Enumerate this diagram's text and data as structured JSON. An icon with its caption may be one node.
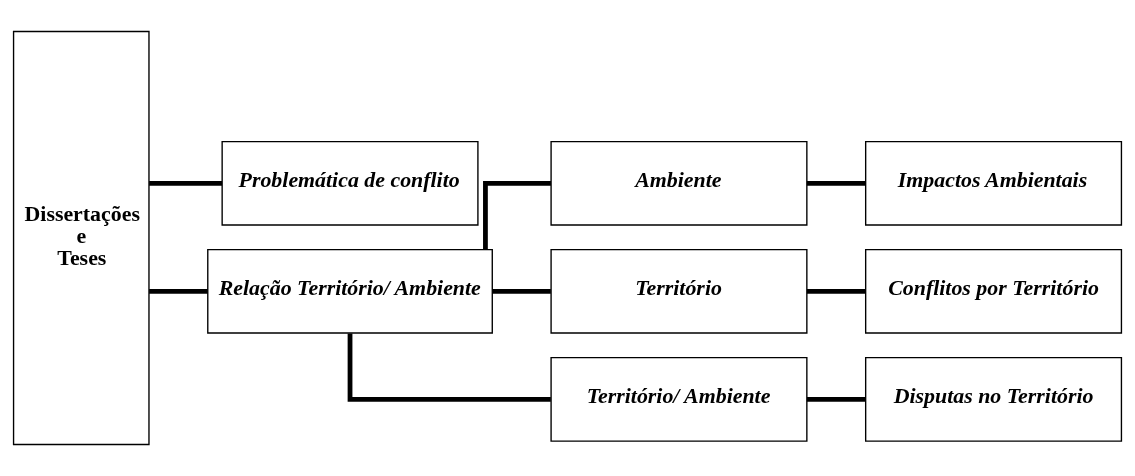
{
  "diagram": {
    "nodes": [
      {
        "text": [
          "Dissertações e Teses"
        ]
      },
      {
        "text": [
          "Problemática de conflito"
        ]
      },
      {
        "text": [
          "Relação Território/ Ambiente"
        ]
      },
      {
        "text": [
          "Ambiente"
        ]
      },
      {
        "text": [
          "Território"
        ]
      },
      {
        "text": [
          "Território/ Ambiente"
        ]
      },
      {
        "text": [
          "Impactos Ambientais"
        ]
      },
      {
        "text": [
          "Conflitos por Território"
        ]
      },
      {
        "text": [
          "Disputas no Território"
        ]
      }
    ],
    "edges": [
      {
        "from": 0,
        "to": 1,
        "arrow": "none"
      },
      {
        "from": 0,
        "to": 2,
        "arrow": "none"
      },
      {
        "from": 2,
        "to": 3,
        "arrow": "none"
      },
      {
        "from": 2,
        "to": 4,
        "arrow": "none"
      },
      {
        "from": 2,
        "to": 5,
        "arrow": "none"
      },
      {
        "from": 3,
        "to": 6,
        "arrow": "none"
      },
      {
        "from": 4,
        "to": 7,
        "arrow": "none"
      },
      {
        "from": 5,
        "to": 8,
        "arrow": "none"
      }
    ]
  }
}
